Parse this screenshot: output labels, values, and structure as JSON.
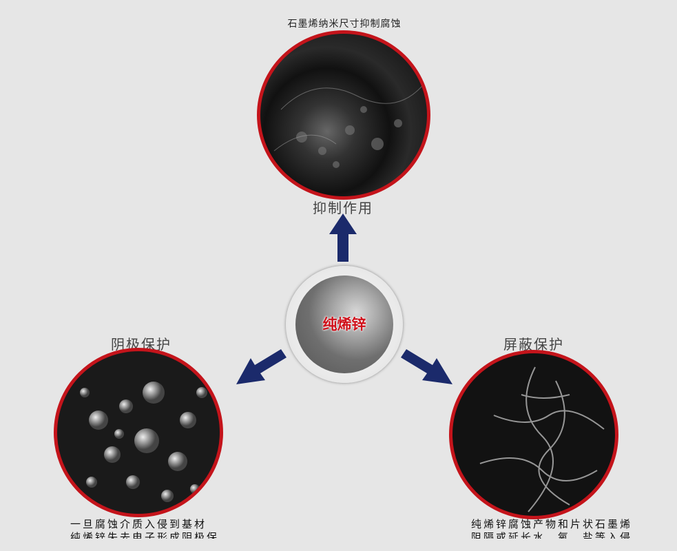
{
  "top": {
    "caption": "石墨烯纳米尺寸抑制腐蚀",
    "label": "抑制作用"
  },
  "center": {
    "label": "纯烯锌"
  },
  "left": {
    "label": "阴极保护",
    "caption_lines": [
      "一旦腐蚀介质入侵到基材",
      "纯烯锌失去电子形成阴极保护"
    ]
  },
  "right": {
    "label": "屏蔽保护",
    "caption_lines": [
      "纯烯锌腐蚀产物和片状石墨烯",
      "阻隔或延长水、氧、盐等入侵"
    ]
  },
  "colors": {
    "ring": "#c4141b",
    "arrow": "#1b2a6b",
    "background": "#e6e6e6",
    "center_text": "#d0101a"
  }
}
